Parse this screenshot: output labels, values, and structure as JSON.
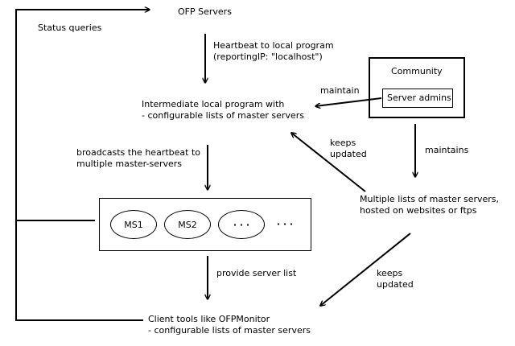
{
  "nodes": {
    "ofp_servers": "OFP Servers",
    "intermediate": [
      "Intermediate local program with",
      "- configurable lists of master servers"
    ],
    "community": "Community",
    "server_admins": "Server admins",
    "master_lists": [
      "Multiple lists of master servers,",
      "hosted on websites or ftps"
    ],
    "client_tools": [
      "Client tools like OFPMonitor",
      "- configurable lists of master servers"
    ],
    "ms1": "MS1",
    "ms2": "MS2",
    "ms3": "· · ·",
    "ms_more": "· · ·"
  },
  "edges": {
    "status_queries": "Status queries",
    "heartbeat": [
      "Heartbeat to local program",
      "(reportingIP: \"localhost\")"
    ],
    "maintain": "maintain",
    "maintains": "maintains",
    "keeps_updated_1": [
      "keeps",
      "updated"
    ],
    "broadcasts": [
      "broadcasts the heartbeat to",
      "multiple master-servers"
    ],
    "provide": "provide server list",
    "keeps_updated_2": [
      "keeps",
      "updated"
    ]
  }
}
